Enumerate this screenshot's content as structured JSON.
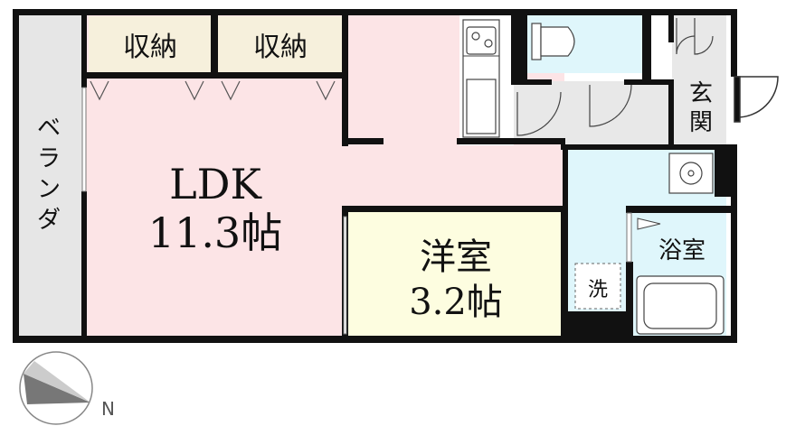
{
  "rooms": {
    "veranda": "ベランダ",
    "storage_left": "収納",
    "storage_right": "収納",
    "ldk_name": "LDK",
    "ldk_size": "11.3帖",
    "western_name": "洋室",
    "western_size": "3.2帖",
    "entrance_line1": "玄",
    "entrance_line2": "関",
    "bath": "浴室",
    "washer": "洗"
  },
  "compass": {
    "north_label": "N"
  },
  "colors": {
    "ldk": "#fce4e6",
    "western": "#fdfde0",
    "storage": "#f6f0dc",
    "wet_area": "#dff6fb",
    "corridor": "#e8e8e8",
    "wall": "#111111"
  }
}
